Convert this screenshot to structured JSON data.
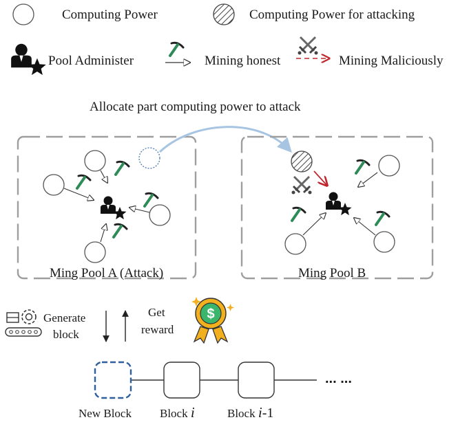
{
  "legend": {
    "computing_power": "Computing Power",
    "computing_power_attacking": "Computing Power for attacking",
    "pool_administer": "Pool Administer",
    "mining_honest": "Mining honest",
    "mining_maliciously": "Mining Maliciously"
  },
  "attack_label": "Allocate part computing power to attack",
  "pool_a": {
    "label": "Ming Pool A (Attack)"
  },
  "pool_b": {
    "label": "Ming Pool B"
  },
  "flow": {
    "generate_line1": "Generate",
    "generate_line2": "block",
    "reward_line1": "Get",
    "reward_line2": "reward",
    "reward_symbol": "$"
  },
  "chain": {
    "new_block": "New Block",
    "block_i_prefix": "Block ",
    "block_i_var": "i",
    "block_i1_prefix": "Block ",
    "block_i1_var": "i",
    "block_i1_suffix": "-1",
    "ellipsis": "... ..."
  },
  "colors": {
    "circle_stroke": "#555555",
    "dashed_box": "#9e9e9e",
    "attack_arrow": "#a7c4e2",
    "malicious_arrow": "#c0262d",
    "pickaxe_green": "#2e8b57",
    "new_block_border": "#2f5f9e",
    "medal_gold": "#f2b01e",
    "medal_green": "#3bb56b"
  },
  "icons": [
    "circle-icon",
    "hatched-circle-icon",
    "admin-icon",
    "pickaxe-icon",
    "crossed-swords-icon",
    "factory-gear-icon",
    "medal-icon"
  ]
}
